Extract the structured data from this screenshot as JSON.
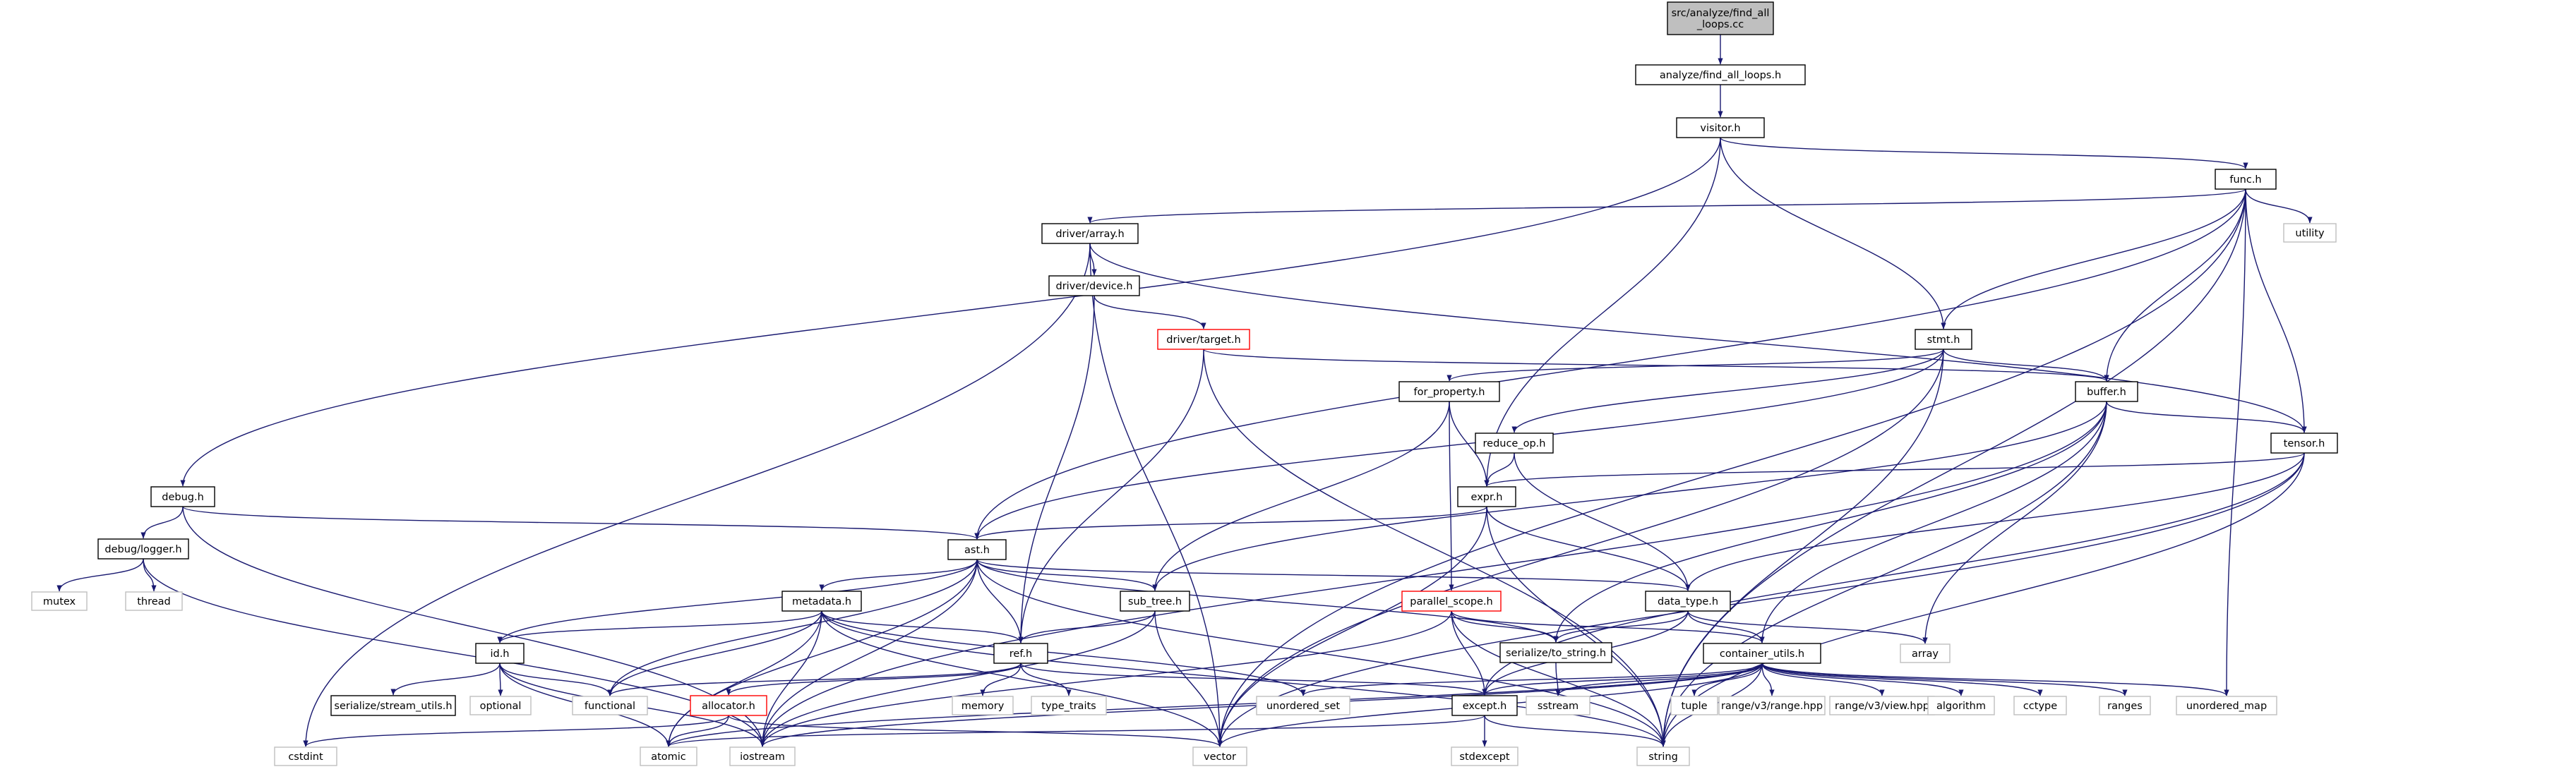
{
  "graph": {
    "colors": {
      "edge": "#191970",
      "root_fill": "#bfbfbf",
      "red_border": "#ff0000",
      "system_border": "#bfbfbf"
    },
    "nodes": [
      {
        "id": "root",
        "label": [
          "src/analyze/find_all",
          "_loops.cc"
        ],
        "kind": "root"
      },
      {
        "id": "fal",
        "label": [
          "analyze/find_all_loops.h"
        ],
        "kind": "normal"
      },
      {
        "id": "visitor",
        "label": [
          "visitor.h"
        ],
        "kind": "normal"
      },
      {
        "id": "func",
        "label": [
          "func.h"
        ],
        "kind": "normal"
      },
      {
        "id": "utility",
        "label": [
          "utility"
        ],
        "kind": "sys"
      },
      {
        "id": "array_h",
        "label": [
          "driver/array.h"
        ],
        "kind": "normal"
      },
      {
        "id": "device",
        "label": [
          "driver/device.h"
        ],
        "kind": "normal"
      },
      {
        "id": "target",
        "label": [
          "driver/target.h"
        ],
        "kind": "red"
      },
      {
        "id": "stmt",
        "label": [
          "stmt.h"
        ],
        "kind": "normal"
      },
      {
        "id": "forprop",
        "label": [
          "for_property.h"
        ],
        "kind": "normal"
      },
      {
        "id": "buffer",
        "label": [
          "buffer.h"
        ],
        "kind": "normal"
      },
      {
        "id": "reduce",
        "label": [
          "reduce_op.h"
        ],
        "kind": "normal"
      },
      {
        "id": "tensor",
        "label": [
          "tensor.h"
        ],
        "kind": "normal"
      },
      {
        "id": "expr",
        "label": [
          "expr.h"
        ],
        "kind": "normal"
      },
      {
        "id": "debug",
        "label": [
          "debug.h"
        ],
        "kind": "normal"
      },
      {
        "id": "logger",
        "label": [
          "debug/logger.h"
        ],
        "kind": "normal"
      },
      {
        "id": "mutex",
        "label": [
          "mutex"
        ],
        "kind": "sys"
      },
      {
        "id": "thread",
        "label": [
          "thread"
        ],
        "kind": "sys"
      },
      {
        "id": "ast",
        "label": [
          "ast.h"
        ],
        "kind": "normal"
      },
      {
        "id": "metadata",
        "label": [
          "metadata.h"
        ],
        "kind": "normal"
      },
      {
        "id": "subtree",
        "label": [
          "sub_tree.h"
        ],
        "kind": "normal"
      },
      {
        "id": "datatype",
        "label": [
          "data_type.h"
        ],
        "kind": "normal"
      },
      {
        "id": "parscope",
        "label": [
          "parallel_scope.h"
        ],
        "kind": "red"
      },
      {
        "id": "serstr",
        "label": [
          "serialize/to_string.h"
        ],
        "kind": "normal"
      },
      {
        "id": "idh",
        "label": [
          "id.h"
        ],
        "kind": "normal"
      },
      {
        "id": "ref",
        "label": [
          "ref.h"
        ],
        "kind": "normal"
      },
      {
        "id": "contutil",
        "label": [
          "container_utils.h"
        ],
        "kind": "normal"
      },
      {
        "id": "arr",
        "label": [
          "array"
        ],
        "kind": "sys"
      },
      {
        "id": "optional",
        "label": [
          "optional"
        ],
        "kind": "sys"
      },
      {
        "id": "serstream",
        "label": [
          "serialize/stream_utils.h"
        ],
        "kind": "normal"
      },
      {
        "id": "functional",
        "label": [
          "functional"
        ],
        "kind": "sys"
      },
      {
        "id": "memory",
        "label": [
          "memory"
        ],
        "kind": "sys"
      },
      {
        "id": "typetraits",
        "label": [
          "type_traits"
        ],
        "kind": "sys"
      },
      {
        "id": "allocator",
        "label": [
          "allocator.h"
        ],
        "kind": "red"
      },
      {
        "id": "unordset",
        "label": [
          "unordered_set"
        ],
        "kind": "sys"
      },
      {
        "id": "except",
        "label": [
          "except.h"
        ],
        "kind": "normal"
      },
      {
        "id": "sstream",
        "label": [
          "sstream"
        ],
        "kind": "sys"
      },
      {
        "id": "tuple",
        "label": [
          "tuple"
        ],
        "kind": "sys"
      },
      {
        "id": "rangehpp",
        "label": [
          "range/v3/range.hpp"
        ],
        "kind": "sys"
      },
      {
        "id": "viewhpp",
        "label": [
          "range/v3/view.hpp"
        ],
        "kind": "sys"
      },
      {
        "id": "algorithm",
        "label": [
          "algorithm"
        ],
        "kind": "sys"
      },
      {
        "id": "cctype",
        "label": [
          "cctype"
        ],
        "kind": "sys"
      },
      {
        "id": "ranges",
        "label": [
          "ranges"
        ],
        "kind": "sys"
      },
      {
        "id": "unordmap",
        "label": [
          "unordered_map"
        ],
        "kind": "sys"
      },
      {
        "id": "cstdint",
        "label": [
          "cstdint"
        ],
        "kind": "sys"
      },
      {
        "id": "atomic",
        "label": [
          "atomic"
        ],
        "kind": "sys"
      },
      {
        "id": "iostream",
        "label": [
          "iostream"
        ],
        "kind": "sys"
      },
      {
        "id": "vector",
        "label": [
          "vector"
        ],
        "kind": "sys"
      },
      {
        "id": "stdexcept",
        "label": [
          "stdexcept"
        ],
        "kind": "sys"
      },
      {
        "id": "string",
        "label": [
          "string"
        ],
        "kind": "sys"
      }
    ],
    "edges": [
      [
        "root",
        "fal"
      ],
      [
        "fal",
        "visitor"
      ],
      [
        "visitor",
        "debug"
      ],
      [
        "visitor",
        "expr"
      ],
      [
        "visitor",
        "stmt"
      ],
      [
        "visitor",
        "func"
      ],
      [
        "func",
        "array_h"
      ],
      [
        "func",
        "ast"
      ],
      [
        "func",
        "utility"
      ],
      [
        "func",
        "stmt"
      ],
      [
        "func",
        "buffer"
      ],
      [
        "func",
        "tensor"
      ],
      [
        "func",
        "unordmap"
      ],
      [
        "func",
        "string"
      ],
      [
        "func",
        "vector"
      ],
      [
        "array_h",
        "device"
      ],
      [
        "array_h",
        "tensor"
      ],
      [
        "array_h",
        "cstdint"
      ],
      [
        "array_h",
        "vector"
      ],
      [
        "device",
        "target"
      ],
      [
        "device",
        "ref"
      ],
      [
        "target",
        "buffer"
      ],
      [
        "target",
        "ref"
      ],
      [
        "target",
        "string"
      ],
      [
        "stmt",
        "forprop"
      ],
      [
        "stmt",
        "reduce"
      ],
      [
        "stmt",
        "buffer"
      ],
      [
        "stmt",
        "ast"
      ],
      [
        "stmt",
        "vector"
      ],
      [
        "stmt",
        "string"
      ],
      [
        "forprop",
        "expr"
      ],
      [
        "forprop",
        "subtree"
      ],
      [
        "forprop",
        "parscope"
      ],
      [
        "reduce",
        "expr"
      ],
      [
        "reduce",
        "datatype"
      ],
      [
        "buffer",
        "tensor"
      ],
      [
        "buffer",
        "subtree"
      ],
      [
        "buffer",
        "serstr"
      ],
      [
        "buffer",
        "contutil"
      ],
      [
        "buffer",
        "arr"
      ],
      [
        "buffer",
        "iostream"
      ],
      [
        "buffer",
        "string"
      ],
      [
        "tensor",
        "expr"
      ],
      [
        "tensor",
        "datatype"
      ],
      [
        "tensor",
        "except"
      ],
      [
        "tensor",
        "vector"
      ],
      [
        "tensor",
        "string"
      ],
      [
        "expr",
        "ast"
      ],
      [
        "expr",
        "datatype"
      ],
      [
        "expr",
        "vector"
      ],
      [
        "expr",
        "string"
      ],
      [
        "debug",
        "logger"
      ],
      [
        "debug",
        "ast"
      ],
      [
        "debug",
        "iostream"
      ],
      [
        "logger",
        "mutex"
      ],
      [
        "logger",
        "thread"
      ],
      [
        "logger",
        "iostream"
      ],
      [
        "ast",
        "metadata"
      ],
      [
        "ast",
        "subtree"
      ],
      [
        "ast",
        "ref"
      ],
      [
        "ast",
        "idh"
      ],
      [
        "ast",
        "datatype"
      ],
      [
        "ast",
        "serstr"
      ],
      [
        "ast",
        "functional"
      ],
      [
        "ast",
        "atomic"
      ],
      [
        "ast",
        "iostream"
      ],
      [
        "ast",
        "string"
      ],
      [
        "metadata",
        "idh"
      ],
      [
        "metadata",
        "ref"
      ],
      [
        "metadata",
        "functional"
      ],
      [
        "metadata",
        "unordset"
      ],
      [
        "metadata",
        "atomic"
      ],
      [
        "metadata",
        "iostream"
      ],
      [
        "metadata",
        "vector"
      ],
      [
        "metadata",
        "string"
      ],
      [
        "subtree",
        "ref"
      ],
      [
        "subtree",
        "vector"
      ],
      [
        "subtree",
        "iostream"
      ],
      [
        "datatype",
        "serstr"
      ],
      [
        "datatype",
        "contutil"
      ],
      [
        "datatype",
        "except"
      ],
      [
        "datatype",
        "arr"
      ],
      [
        "parscope",
        "serstr"
      ],
      [
        "parscope",
        "contutil"
      ],
      [
        "parscope",
        "except"
      ],
      [
        "parscope",
        "string"
      ],
      [
        "parscope",
        "iostream"
      ],
      [
        "serstr",
        "sstream"
      ],
      [
        "idh",
        "serstream"
      ],
      [
        "idh",
        "optional"
      ],
      [
        "idh",
        "functional"
      ],
      [
        "idh",
        "atomic"
      ],
      [
        "idh",
        "iostream"
      ],
      [
        "ref",
        "allocator"
      ],
      [
        "ref",
        "memory"
      ],
      [
        "ref",
        "typetraits"
      ],
      [
        "ref",
        "functional"
      ],
      [
        "ref",
        "except"
      ],
      [
        "contutil",
        "unordset"
      ],
      [
        "contutil",
        "except"
      ],
      [
        "contutil",
        "sstream"
      ],
      [
        "contutil",
        "tuple"
      ],
      [
        "contutil",
        "rangehpp"
      ],
      [
        "contutil",
        "viewhpp"
      ],
      [
        "contutil",
        "algorithm"
      ],
      [
        "contutil",
        "cctype"
      ],
      [
        "contutil",
        "ranges"
      ],
      [
        "contutil",
        "unordmap"
      ],
      [
        "contutil",
        "vector"
      ],
      [
        "contutil",
        "string"
      ],
      [
        "contutil",
        "iostream"
      ],
      [
        "contutil",
        "atomic"
      ],
      [
        "allocator",
        "atomic"
      ],
      [
        "allocator",
        "cstdint"
      ],
      [
        "allocator",
        "vector"
      ],
      [
        "except",
        "stdexcept"
      ],
      [
        "except",
        "string"
      ],
      [
        "except",
        "atomic"
      ]
    ]
  }
}
